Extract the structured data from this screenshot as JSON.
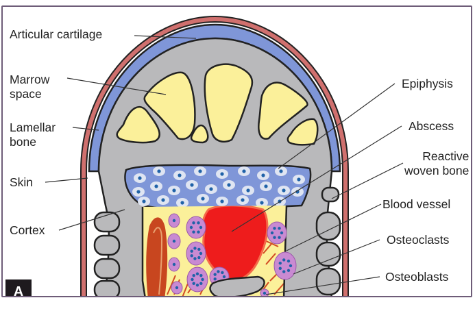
{
  "figure": {
    "panel_label": "A",
    "labels_left": [
      {
        "id": "articular-cartilage",
        "text": "Articular cartilage"
      },
      {
        "id": "marrow-space",
        "text": "Marrow\nspace"
      },
      {
        "id": "lamellar-bone",
        "text": "Lamellar\nbone"
      },
      {
        "id": "skin",
        "text": "Skin"
      },
      {
        "id": "cortex",
        "text": "Cortex"
      }
    ],
    "labels_right": [
      {
        "id": "epiphysis",
        "text": "Epiphysis"
      },
      {
        "id": "abscess",
        "text": "Abscess"
      },
      {
        "id": "reactive-woven-bone",
        "text": "Reactive\nwoven bone"
      },
      {
        "id": "blood-vessel",
        "text": "Blood vessel"
      },
      {
        "id": "osteoclasts",
        "text": "Osteoclasts"
      },
      {
        "id": "osteoblasts",
        "text": "Osteoblasts"
      }
    ]
  },
  "colors": {
    "skin": "#d0706e",
    "cartilage": "#7f96d8",
    "bone": "#b9b9bb",
    "marrow": "#fbf09a",
    "epiphysis": "#7f96d8",
    "cell_halo": "#dfe5f2",
    "cell_nucleus": "#1f62a8",
    "abscess": "#ee1c1c",
    "vessel": "#c8461f",
    "osteoclast": "#c98ad2",
    "frame": "#6e5c78"
  }
}
